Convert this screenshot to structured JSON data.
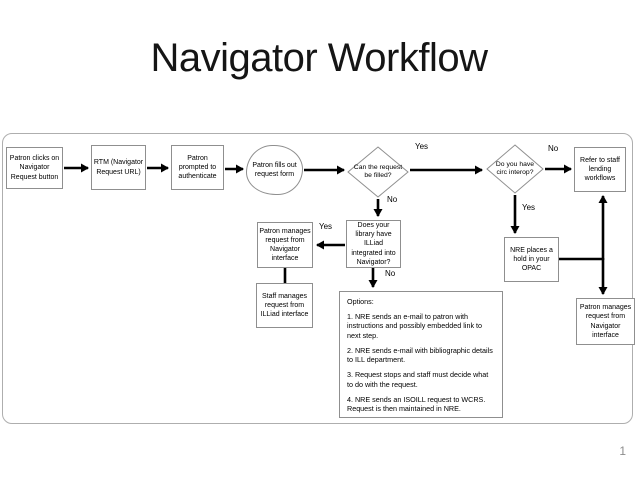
{
  "slide": {
    "title": "Navigator Workflow",
    "page_number": "1"
  },
  "colors": {
    "background": "#ffffff",
    "box_border": "#8f8f8f",
    "frame_border": "#aeaeae",
    "arrow": "#000000",
    "text": "#000000",
    "page_number": "#8c8c8c"
  },
  "nodes": {
    "patron_clicks": {
      "label": "Patron clicks on Navigator Request button"
    },
    "rtm": {
      "label": "RTM (Navigator Request URL)"
    },
    "authenticate": {
      "label": "Patron prompted to authenticate"
    },
    "fills_form": {
      "label": "Patron fills out request form"
    },
    "can_request_be_filled": {
      "label": "Can the request be filled?"
    },
    "do_you_have_circ_interop": {
      "label": "Do you have circ interop?"
    },
    "refer_staff": {
      "label": "Refer to staff lending workflows"
    },
    "does_library_illiad": {
      "label": "Does your library have ILLiad integrated into Navigator?"
    },
    "patron_manages_navigator": {
      "label": "Patron manages request from Navigator interface"
    },
    "staff_manages_illiad": {
      "label": "Staff manages request from ILLiad interface"
    },
    "nre_places_hold": {
      "label": "NRE places a hold in your OPAC"
    },
    "patron_manages_navigator_bottom": {
      "label": "Patron manages request from Navigator interface"
    },
    "options": {
      "title": "Options:",
      "items": [
        "1. NRE sends an e-mail to patron with instructions and possibly embedded link to next step.",
        "2. NRE sends e-mail with bibliographic details to ILL department.",
        "3.  Request stops and staff must decide what to do with the request.",
        "4.  NRE sends an ISOILL request to WCRS. Request is then maintained in NRE."
      ]
    }
  },
  "edge_labels": {
    "can_filled_yes": "Yes",
    "can_filled_no": "No",
    "interop_no": "No",
    "interop_yes": "Yes",
    "illiad_yes": "Yes",
    "illiad_no": "No"
  }
}
